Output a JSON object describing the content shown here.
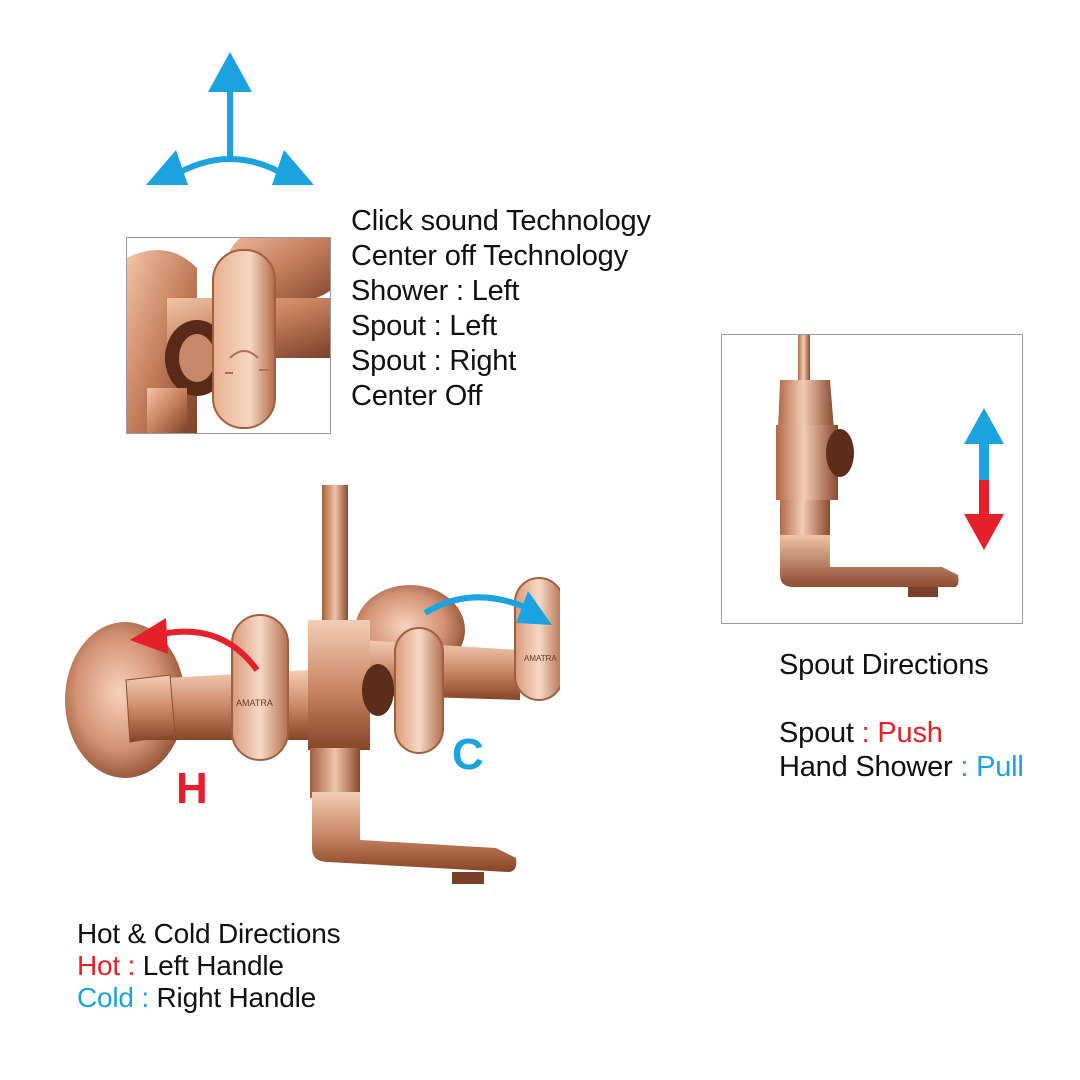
{
  "colors": {
    "hot": "#e5202a",
    "cold": "#1aa3df",
    "copper": "#c98a6a",
    "text": "#111111"
  },
  "features": {
    "lines": [
      "Click sound Technology",
      "Center off Technology",
      "Shower : Left",
      "Spout : Left",
      "Spout : Right",
      "Center Off"
    ]
  },
  "spout": {
    "heading": "Spout Directions",
    "spout_label": "Spout",
    "spout_sep": " : ",
    "spout_value": "Push",
    "shower_label": "Hand Shower",
    "shower_sep": " : ",
    "shower_value": "Pull"
  },
  "hotcold": {
    "heading": "Hot & Cold Directions",
    "hot_label": "Hot :",
    "hot_value": " Left Handle",
    "cold_label": "Cold :",
    "cold_value": " Right Handle"
  },
  "markers": {
    "hot_letter": "H",
    "cold_letter": "C"
  },
  "brand": {
    "logo_text": "AMATRA"
  },
  "icons": {
    "rotation": "three-way-arrow-icon",
    "push_pull": "up-down-arrow-icon",
    "hot_turn": "curved-arrow-left-icon",
    "cold_turn": "curved-arrow-right-icon"
  }
}
